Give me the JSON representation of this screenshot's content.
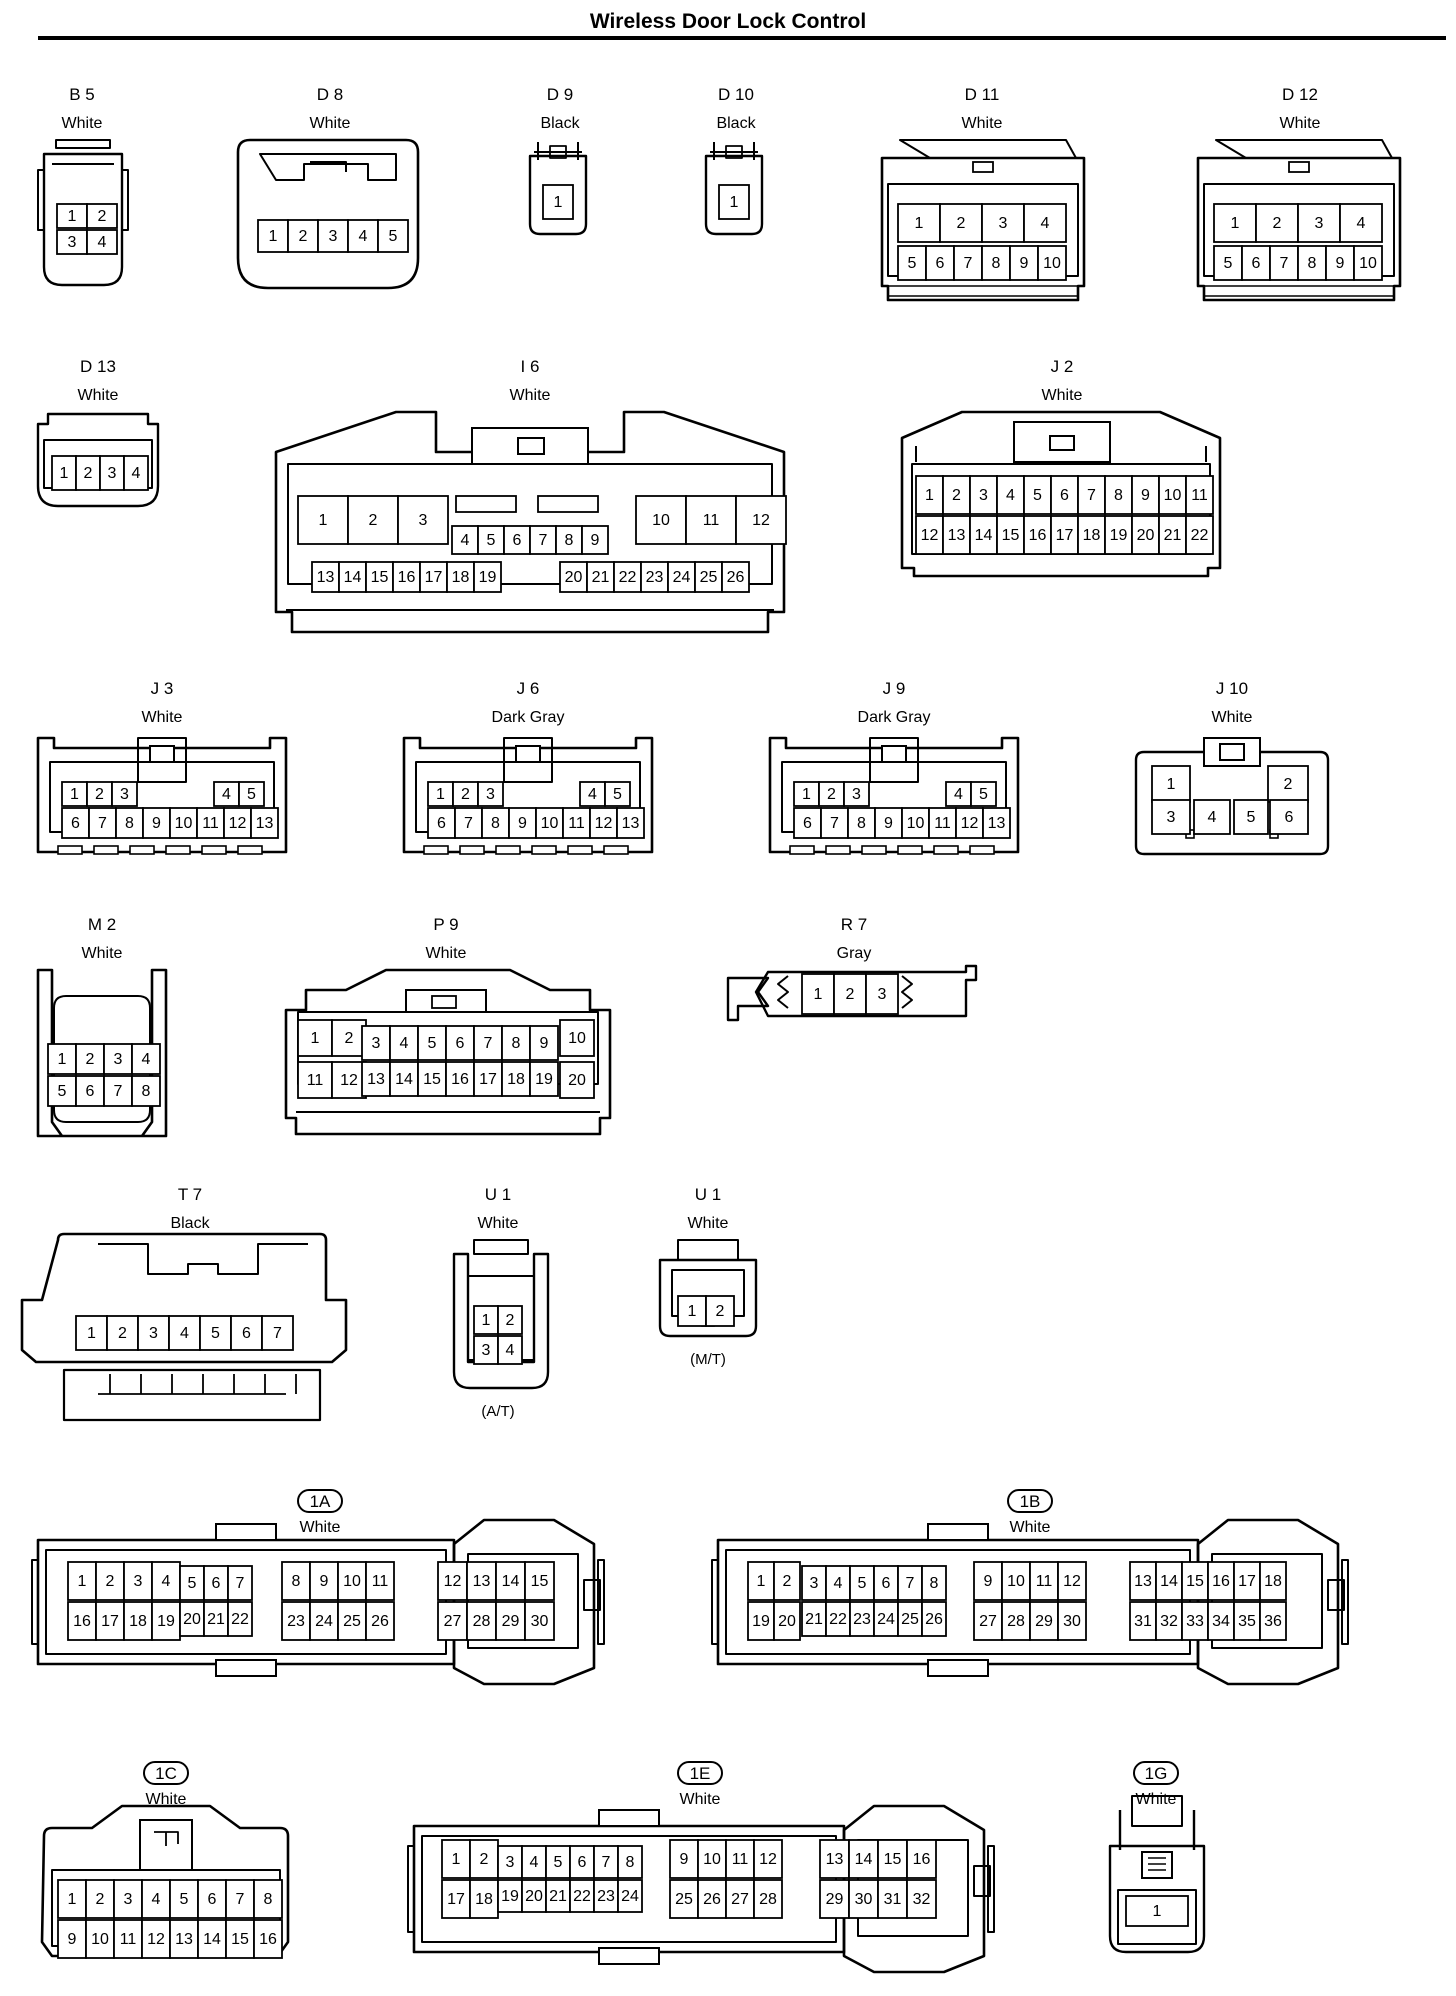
{
  "title": "Wireless Door Lock Control",
  "connectors": [
    {
      "code": "B 5",
      "color": "White",
      "rows": [
        [
          "1",
          "2"
        ],
        [
          "3",
          "4"
        ]
      ]
    },
    {
      "code": "D 8",
      "color": "White",
      "rows": [
        [
          "1",
          "2",
          "3",
          "4",
          "5"
        ]
      ]
    },
    {
      "code": "D 9",
      "color": "Black",
      "rows": [
        [
          "1"
        ]
      ]
    },
    {
      "code": "D 10",
      "color": "Black",
      "rows": [
        [
          "1"
        ]
      ]
    },
    {
      "code": "D 11",
      "color": "White",
      "rows": [
        [
          "1",
          "2",
          "3",
          "4"
        ],
        [
          "5",
          "6",
          "7",
          "8",
          "9",
          "10"
        ]
      ]
    },
    {
      "code": "D 12",
      "color": "White",
      "rows": [
        [
          "1",
          "2",
          "3",
          "4"
        ],
        [
          "5",
          "6",
          "7",
          "8",
          "9",
          "10"
        ]
      ]
    },
    {
      "code": "D 13",
      "color": "White",
      "rows": [
        [
          "1",
          "2",
          "3",
          "4"
        ]
      ]
    },
    {
      "code": "I 6",
      "color": "White",
      "rows": [
        [
          "1",
          "2",
          "3",
          "4",
          "5",
          "6",
          "7",
          "8",
          "9",
          "10",
          "11",
          "12"
        ],
        [
          "13",
          "14",
          "15",
          "16",
          "17",
          "18",
          "19",
          "20",
          "21",
          "22",
          "23",
          "24",
          "25",
          "26"
        ]
      ]
    },
    {
      "code": "J 2",
      "color": "White",
      "rows": [
        [
          "1",
          "2",
          "3",
          "4",
          "5",
          "6",
          "7",
          "8",
          "9",
          "10",
          "11"
        ],
        [
          "12",
          "13",
          "14",
          "15",
          "16",
          "17",
          "18",
          "19",
          "20",
          "21",
          "22"
        ]
      ]
    },
    {
      "code": "J 3",
      "color": "White",
      "rows": [
        [
          "1",
          "2",
          "3",
          "4",
          "5"
        ],
        [
          "6",
          "7",
          "8",
          "9",
          "10",
          "11",
          "12",
          "13"
        ]
      ]
    },
    {
      "code": "J 6",
      "color": "Dark Gray",
      "rows": [
        [
          "1",
          "2",
          "3",
          "4",
          "5"
        ],
        [
          "6",
          "7",
          "8",
          "9",
          "10",
          "11",
          "12",
          "13"
        ]
      ]
    },
    {
      "code": "J 9",
      "color": "Dark Gray",
      "rows": [
        [
          "1",
          "2",
          "3",
          "4",
          "5"
        ],
        [
          "6",
          "7",
          "8",
          "9",
          "10",
          "11",
          "12",
          "13"
        ]
      ]
    },
    {
      "code": "J 10",
      "color": "White",
      "rows": [
        [
          "1",
          "2"
        ],
        [
          "3",
          "4",
          "5",
          "6"
        ]
      ]
    },
    {
      "code": "M 2",
      "color": "White",
      "rows": [
        [
          "1",
          "2",
          "3",
          "4"
        ],
        [
          "5",
          "6",
          "7",
          "8"
        ]
      ]
    },
    {
      "code": "P 9",
      "color": "White",
      "rows": [
        [
          "1",
          "2",
          "3",
          "4",
          "5",
          "6",
          "7",
          "8",
          "9",
          "10"
        ],
        [
          "11",
          "12",
          "13",
          "14",
          "15",
          "16",
          "17",
          "18",
          "19",
          "20"
        ]
      ]
    },
    {
      "code": "R 7",
      "color": "Gray",
      "rows": [
        [
          "1",
          "2",
          "3"
        ]
      ]
    },
    {
      "code": "T 7",
      "color": "Black",
      "rows": [
        [
          "1",
          "2",
          "3",
          "4",
          "5",
          "6",
          "7"
        ]
      ]
    },
    {
      "code": "U 1",
      "color": "White",
      "note": "(A/T)",
      "rows": [
        [
          "1",
          "2"
        ],
        [
          "3",
          "4"
        ]
      ]
    },
    {
      "code": "U 1",
      "color": "White",
      "note": "(M/T)",
      "rows": [
        [
          "1",
          "2"
        ]
      ]
    },
    {
      "code": "1A",
      "color": "White",
      "rows": [
        [
          "1",
          "2",
          "3",
          "4",
          "5",
          "6",
          "7",
          "8",
          "9",
          "10",
          "11",
          "12",
          "13",
          "14",
          "15"
        ],
        [
          "16",
          "17",
          "18",
          "19",
          "20",
          "21",
          "22",
          "23",
          "24",
          "25",
          "26",
          "27",
          "28",
          "29",
          "30"
        ]
      ]
    },
    {
      "code": "1B",
      "color": "White",
      "rows": [
        [
          "1",
          "2",
          "3",
          "4",
          "5",
          "6",
          "7",
          "8",
          "9",
          "10",
          "11",
          "12",
          "13",
          "14",
          "15",
          "16",
          "17",
          "18"
        ],
        [
          "19",
          "20",
          "21",
          "22",
          "23",
          "24",
          "25",
          "26",
          "27",
          "28",
          "29",
          "30",
          "31",
          "32",
          "33",
          "34",
          "35",
          "36"
        ]
      ]
    },
    {
      "code": "1C",
      "color": "White",
      "rows": [
        [
          "1",
          "2",
          "3",
          "4",
          "5",
          "6",
          "7",
          "8"
        ],
        [
          "9",
          "10",
          "11",
          "12",
          "13",
          "14",
          "15",
          "16"
        ]
      ]
    },
    {
      "code": "1E",
      "color": "White",
      "rows": [
        [
          "1",
          "2",
          "3",
          "4",
          "5",
          "6",
          "7",
          "8",
          "9",
          "10",
          "11",
          "12",
          "13",
          "14",
          "15",
          "16"
        ],
        [
          "17",
          "18",
          "19",
          "20",
          "21",
          "22",
          "23",
          "24",
          "25",
          "26",
          "27",
          "28",
          "29",
          "30",
          "31",
          "32"
        ]
      ]
    },
    {
      "code": "1G",
      "color": "White",
      "rows": [
        [
          "1"
        ]
      ]
    }
  ]
}
